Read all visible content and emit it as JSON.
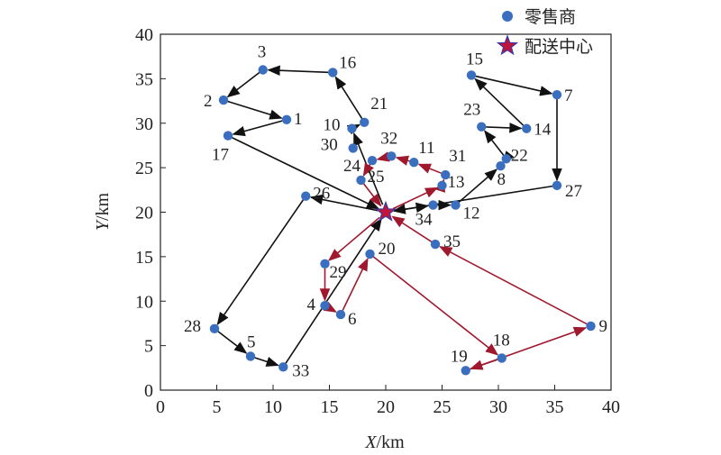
{
  "chart_data": {
    "type": "scatter",
    "title": "",
    "xlabel_prefix": "X",
    "xlabel_unit": "/km",
    "ylabel_prefix": "Y",
    "ylabel_unit": "/km",
    "xlim": [
      0,
      40
    ],
    "ylim": [
      0,
      40
    ],
    "xticks": [
      0,
      5,
      10,
      15,
      20,
      25,
      30,
      35,
      40
    ],
    "yticks": [
      0,
      5,
      10,
      15,
      20,
      25,
      30,
      35,
      40
    ],
    "grid": false,
    "legend_position": "top-right",
    "legend": {
      "retailer": "零售商",
      "center": "配送中心"
    },
    "colors": {
      "point": "#3a6fc0",
      "route_black": "#111111",
      "route_red": "#a0182e",
      "star_fill": "#c0143c",
      "star_stroke": "#3a3aa8"
    },
    "center": {
      "x": 20,
      "y": 20
    },
    "points": [
      {
        "id": "1",
        "x": 11.2,
        "y": 30.4
      },
      {
        "id": "2",
        "x": 5.6,
        "y": 32.6
      },
      {
        "id": "3",
        "x": 9.1,
        "y": 36.0
      },
      {
        "id": "4",
        "x": 14.6,
        "y": 9.5
      },
      {
        "id": "5",
        "x": 8.0,
        "y": 3.8
      },
      {
        "id": "6",
        "x": 16.0,
        "y": 8.5
      },
      {
        "id": "7",
        "x": 35.2,
        "y": 33.2
      },
      {
        "id": "8",
        "x": 30.2,
        "y": 25.2
      },
      {
        "id": "9",
        "x": 38.2,
        "y": 7.2
      },
      {
        "id": "10",
        "x": 17.0,
        "y": 29.4
      },
      {
        "id": "11",
        "x": 22.5,
        "y": 25.6
      },
      {
        "id": "12",
        "x": 26.2,
        "y": 20.8
      },
      {
        "id": "13",
        "x": 25.0,
        "y": 23.0
      },
      {
        "id": "14",
        "x": 32.5,
        "y": 29.4
      },
      {
        "id": "15",
        "x": 27.6,
        "y": 35.4
      },
      {
        "id": "16",
        "x": 15.3,
        "y": 35.7
      },
      {
        "id": "17",
        "x": 6.0,
        "y": 28.6
      },
      {
        "id": "18",
        "x": 30.3,
        "y": 3.6
      },
      {
        "id": "19",
        "x": 27.1,
        "y": 2.2
      },
      {
        "id": "20",
        "x": 18.6,
        "y": 15.3
      },
      {
        "id": "21",
        "x": 18.1,
        "y": 30.1
      },
      {
        "id": "22",
        "x": 30.7,
        "y": 26.0
      },
      {
        "id": "23",
        "x": 28.5,
        "y": 29.6
      },
      {
        "id": "24",
        "x": 18.8,
        "y": 25.8
      },
      {
        "id": "25",
        "x": 17.8,
        "y": 23.6
      },
      {
        "id": "26",
        "x": 12.9,
        "y": 21.8
      },
      {
        "id": "27",
        "x": 35.2,
        "y": 23.0
      },
      {
        "id": "28",
        "x": 4.8,
        "y": 6.9
      },
      {
        "id": "29",
        "x": 14.6,
        "y": 14.2
      },
      {
        "id": "30",
        "x": 17.1,
        "y": 27.2
      },
      {
        "id": "31",
        "x": 25.3,
        "y": 24.2
      },
      {
        "id": "32",
        "x": 20.5,
        "y": 26.3
      },
      {
        "id": "33",
        "x": 10.9,
        "y": 2.6
      },
      {
        "id": "34",
        "x": 24.2,
        "y": 20.8
      },
      {
        "id": "35",
        "x": 24.4,
        "y": 16.4
      }
    ],
    "routes": [
      {
        "color": "black",
        "stops": [
          "0",
          "10",
          "21",
          "16",
          "3",
          "2",
          "1",
          "17",
          "0"
        ]
      },
      {
        "color": "black",
        "stops": [
          "0",
          "26",
          "28",
          "5",
          "33",
          "0"
        ]
      },
      {
        "color": "black",
        "stops": [
          "0",
          "34",
          "12",
          "8",
          "22",
          "23",
          "14",
          "15",
          "7",
          "27",
          "0"
        ]
      },
      {
        "color": "red",
        "stops": [
          "0",
          "13",
          "31",
          "11",
          "32",
          "24",
          "25",
          "0"
        ]
      },
      {
        "color": "red",
        "stops": [
          "0",
          "29",
          "4",
          "6",
          "20",
          "18",
          "19",
          "9",
          "35",
          "0"
        ]
      }
    ],
    "label_offsets_note": "labels placed next to each marker",
    "points_text": [
      "1",
      "2",
      "3",
      "4",
      "5",
      "6",
      "7",
      "8",
      "9",
      "10",
      "11",
      "12",
      "13",
      "14",
      "15",
      "16",
      "17",
      "18",
      "19",
      "20",
      "21",
      "22",
      "23",
      "24",
      "25",
      "26",
      "27",
      "28",
      "29",
      "30",
      "31",
      "32",
      "33",
      "34",
      "35"
    ]
  }
}
